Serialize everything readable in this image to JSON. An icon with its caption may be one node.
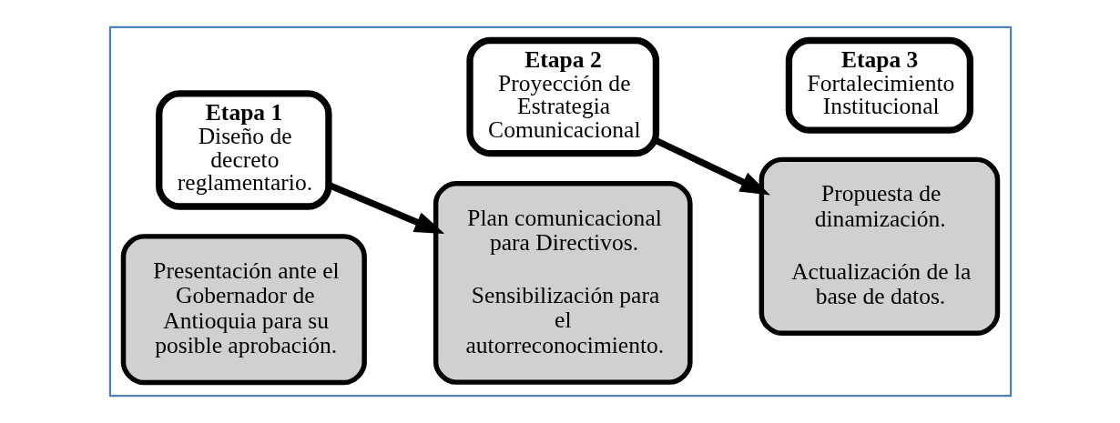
{
  "diagram": {
    "nodes": [
      {
        "text": [],
        "shape": "box"
      },
      {
        "text": [
          "Presentación ante el Gobernador de Antioquia para su posible aprobación."
        ],
        "in": 0
      },
      {
        "text": [
          "Etapa 1",
          "Diseño de decreto reglamentario."
        ],
        "in": 0
      },
      {
        "text": [
          "Plan comunicacional para Directivos.",
          "Sensibilización para el autorreconocimiento."
        ],
        "in": 0
      },
      {
        "text": [
          "Etapa 2",
          "Proyección de Estrategia Comunicacional"
        ],
        "in": 0
      },
      {
        "text": [
          "Propuesta de dinamización.",
          "Actualización de la base de datos."
        ],
        "in": 0
      },
      {
        "text": [
          "Etapa 3",
          "Fortalecimiento Institucional"
        ],
        "in": 0
      }
    ],
    "edges": [
      {
        "from": 2,
        "to": 3,
        "arrow": "to"
      },
      {
        "from": 4,
        "to": 5,
        "arrow": "to"
      }
    ]
  }
}
